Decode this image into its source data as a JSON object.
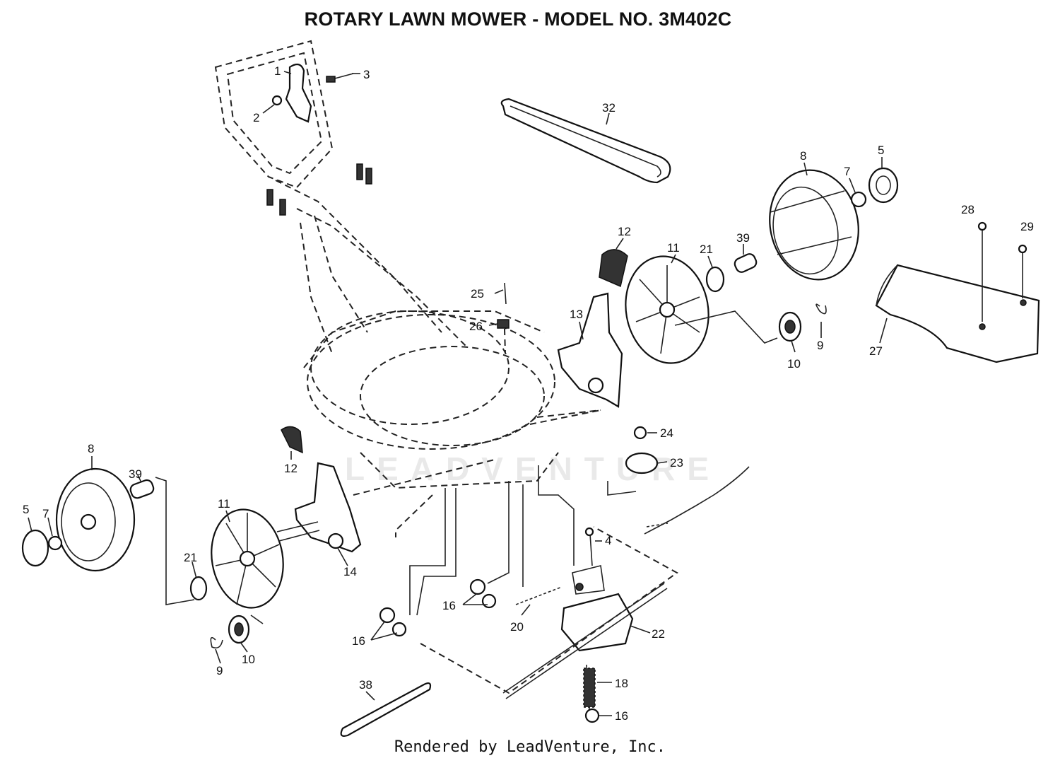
{
  "title": "ROTARY LAWN MOWER - MODEL NO.  3M402C",
  "footer": "Rendered by LeadVenture, Inc.",
  "watermark": "LEADVENTURE",
  "callouts": {
    "c1": "1",
    "c2": "2",
    "c3": "3",
    "c32": "32",
    "c8r": "8",
    "c7r": "7",
    "c5r": "5",
    "c12r": "12",
    "c11r": "11",
    "c21r": "21",
    "c39r": "39",
    "c28": "28",
    "c29": "29",
    "c27": "27",
    "c25": "25",
    "c26": "26",
    "c13": "13",
    "c9r": "9",
    "c10r": "10",
    "c24": "24",
    "c23": "23",
    "c8l": "8",
    "c39l": "39",
    "c5l": "5",
    "c7l": "7",
    "c12l": "12",
    "c11l": "11",
    "c14": "14",
    "c21l": "21",
    "c9l": "9",
    "c10l": "10",
    "c4": "4",
    "c16a": "16",
    "c16b": "16",
    "c20": "20",
    "c22": "22",
    "c18": "18",
    "c16c": "16",
    "c38": "38"
  }
}
